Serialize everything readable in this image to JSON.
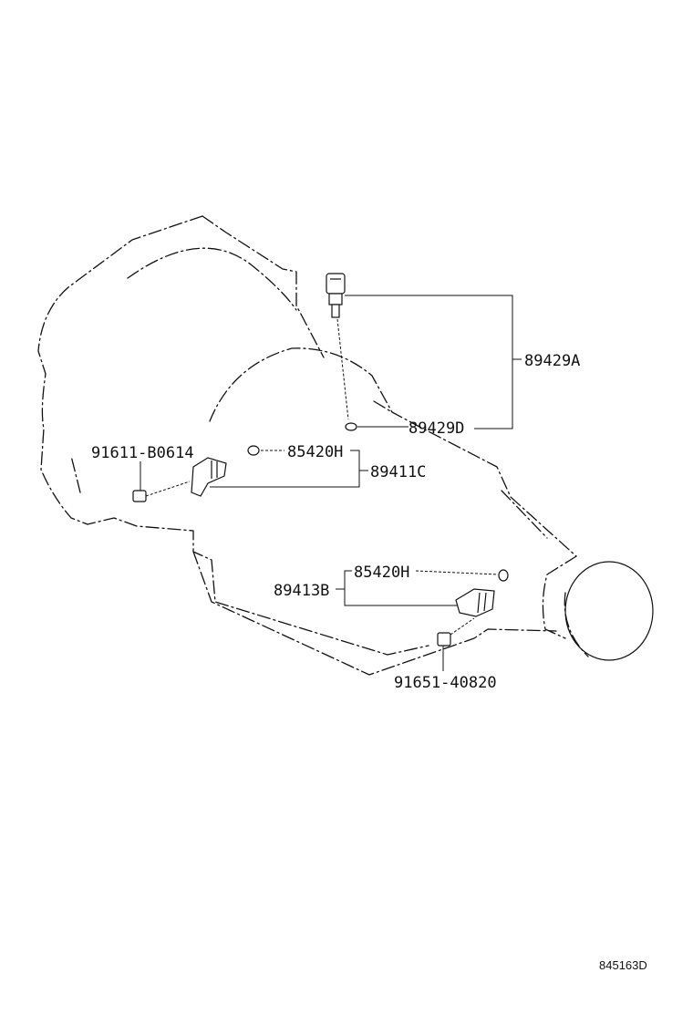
{
  "labels": {
    "sensor_assy_top": "89429A",
    "gasket_top": "89429D",
    "oring_upper": "85420H",
    "speed_sensor_upper": "89411C",
    "bolt_upper": "91611-B0614",
    "oring_lower": "85420H",
    "speed_sensor_lower": "89413B",
    "bolt_lower": "91651-40820"
  },
  "diagram_code": "845163D"
}
